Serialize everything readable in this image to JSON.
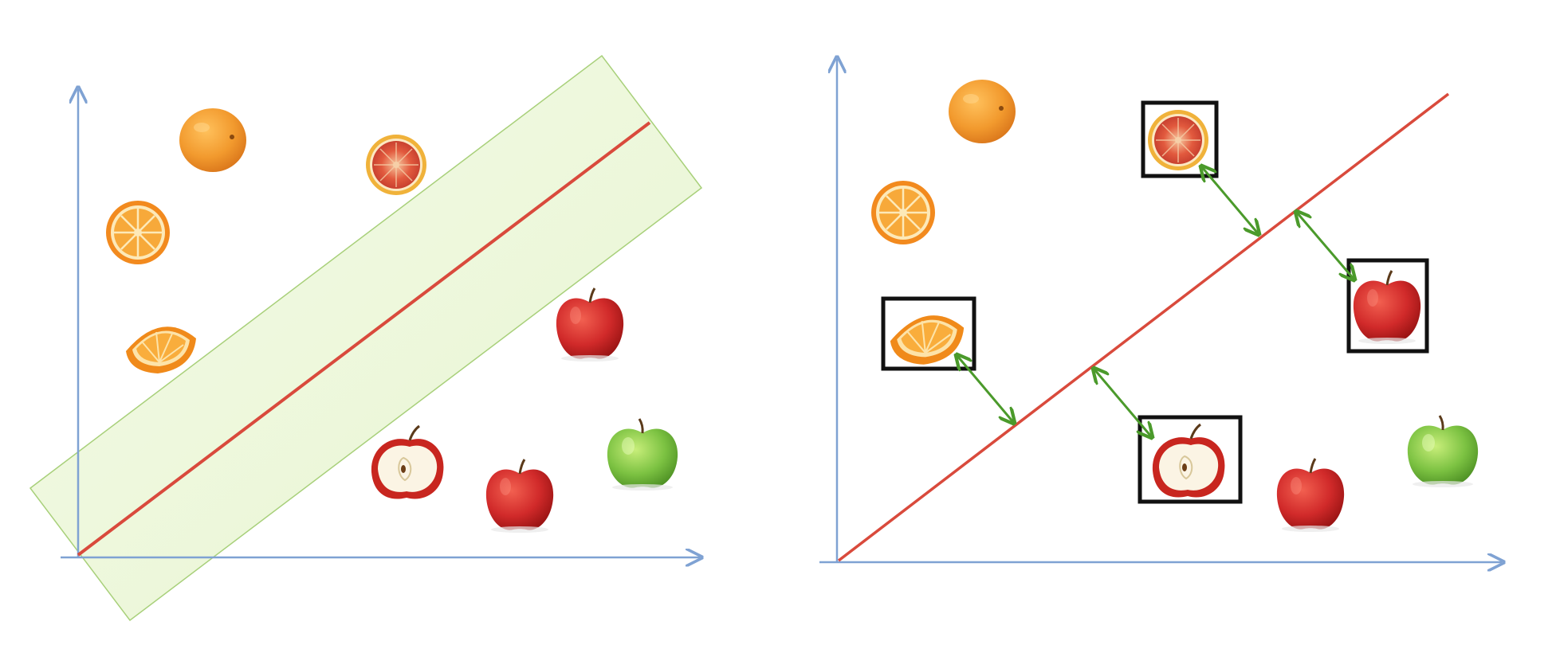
{
  "figure": {
    "panels": [
      {
        "name": "wide-margin-classifier",
        "items": [
          "orange-whole-icon",
          "blood-orange-half-icon",
          "orange-half-icon",
          "orange-wedge-icon",
          "red-apple-icon",
          "apple-half-icon",
          "red-apple-icon",
          "green-apple-icon"
        ],
        "separator": "decision-line",
        "margin": "margin-band"
      },
      {
        "name": "support-vectors",
        "items": [
          "orange-whole-icon",
          "blood-orange-half-icon",
          "orange-half-icon",
          "orange-wedge-icon",
          "red-apple-icon",
          "apple-half-icon",
          "red-apple-icon",
          "green-apple-icon"
        ],
        "support_vectors": [
          "blood-orange-half-icon",
          "orange-wedge-icon",
          "red-apple-icon",
          "apple-half-icon"
        ],
        "separator": "decision-line",
        "distance_markers": "double-arrow-icon"
      }
    ],
    "colors": {
      "axis": "#7fa2d3",
      "separator": "#d94a3c",
      "margin_fill": "#eef7da",
      "margin_stroke": "#a8d07a",
      "distance_arrow": "#4b9a2b",
      "support_box": "#111111",
      "orange": "#f29a2e",
      "orange_dark": "#e07d16",
      "blood_orange": "#d9433a",
      "apple_red": "#d12a2a",
      "apple_green": "#7cc242",
      "apple_flesh": "#fbf4e4"
    }
  }
}
